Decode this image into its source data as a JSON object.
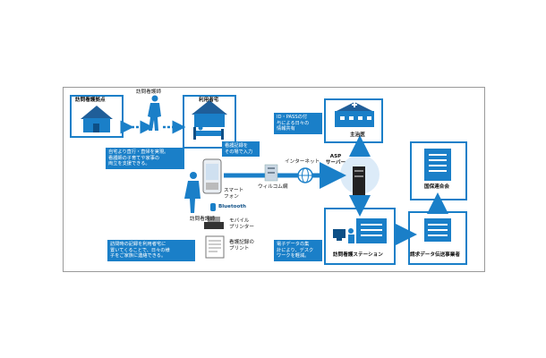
{
  "labels": {
    "visiting_station": "訪問看護拠点",
    "visiting_nurse_top": "訪問看護師",
    "user_home": "利用者宅",
    "doctor": "主治医",
    "smartphone": "スマート\nフォン",
    "internet": "インターネット",
    "willcom": "ウィルコム網",
    "asp_server": "ASP\nサーバー",
    "insurance": "国保連合会",
    "visiting_nurse_bottom": "訪問看護師",
    "bluetooth": "Bluetooth",
    "mobile_printer": "モバイル\nプリンター",
    "print_label": "看護記録の\nプリント",
    "nursing_station": "訪問看護ステーション",
    "billing_system": "請求データ伝送事業者"
  },
  "notes": {
    "direct_visit": "自宅より直行・直帰を実現。\n看護師の子育てや家事の\n両立を支援できる。",
    "record_onsite": "看護記録を\nその場で入力",
    "idpass": "ID・PASSの付\n与による日々の\n情報共有",
    "record_leave": "訪問時の記録を利用者宅に\n置いてくることで、日々の様\n子をご家族に連絡できる。",
    "digital": "電子データの集\n計により、デスク\nワークを軽減。"
  },
  "colors": {
    "accent": "#1a7fc8",
    "dark": "#0d4f86",
    "arrow": "#1a7fc8"
  }
}
